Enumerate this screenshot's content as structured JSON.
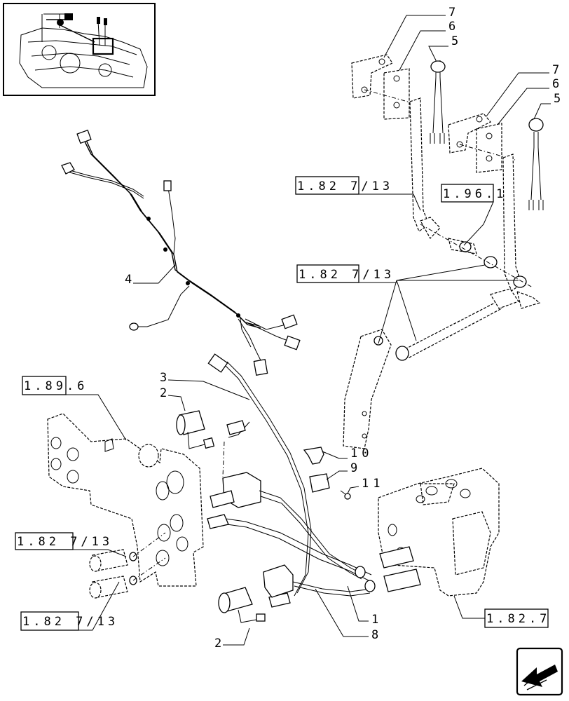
{
  "diagram": {
    "references": {
      "ref_top_center": "1.82 7/13",
      "ref_top_right": "1.96.1",
      "ref_mid_center": "1.82 7/13",
      "ref_left_plate": "1.89.6",
      "ref_left_lower_1": "1.82 7/13",
      "ref_left_lower_2": "1.82 7/13",
      "ref_bottom_right": "1.82.7"
    },
    "callouts": {
      "c1": "1",
      "c2a": "2",
      "c2b": "2",
      "c3": "3",
      "c4": "4",
      "c5a": "5",
      "c5b": "5",
      "c6a": "6",
      "c6b": "6",
      "c7a": "7",
      "c7b": "7",
      "c8": "8",
      "c9": "9",
      "c10": "10",
      "c11": "11"
    },
    "icons": {
      "thumbnail": "tractor-overview-thumbnail",
      "nav": "next-page-arrow-icon"
    }
  }
}
